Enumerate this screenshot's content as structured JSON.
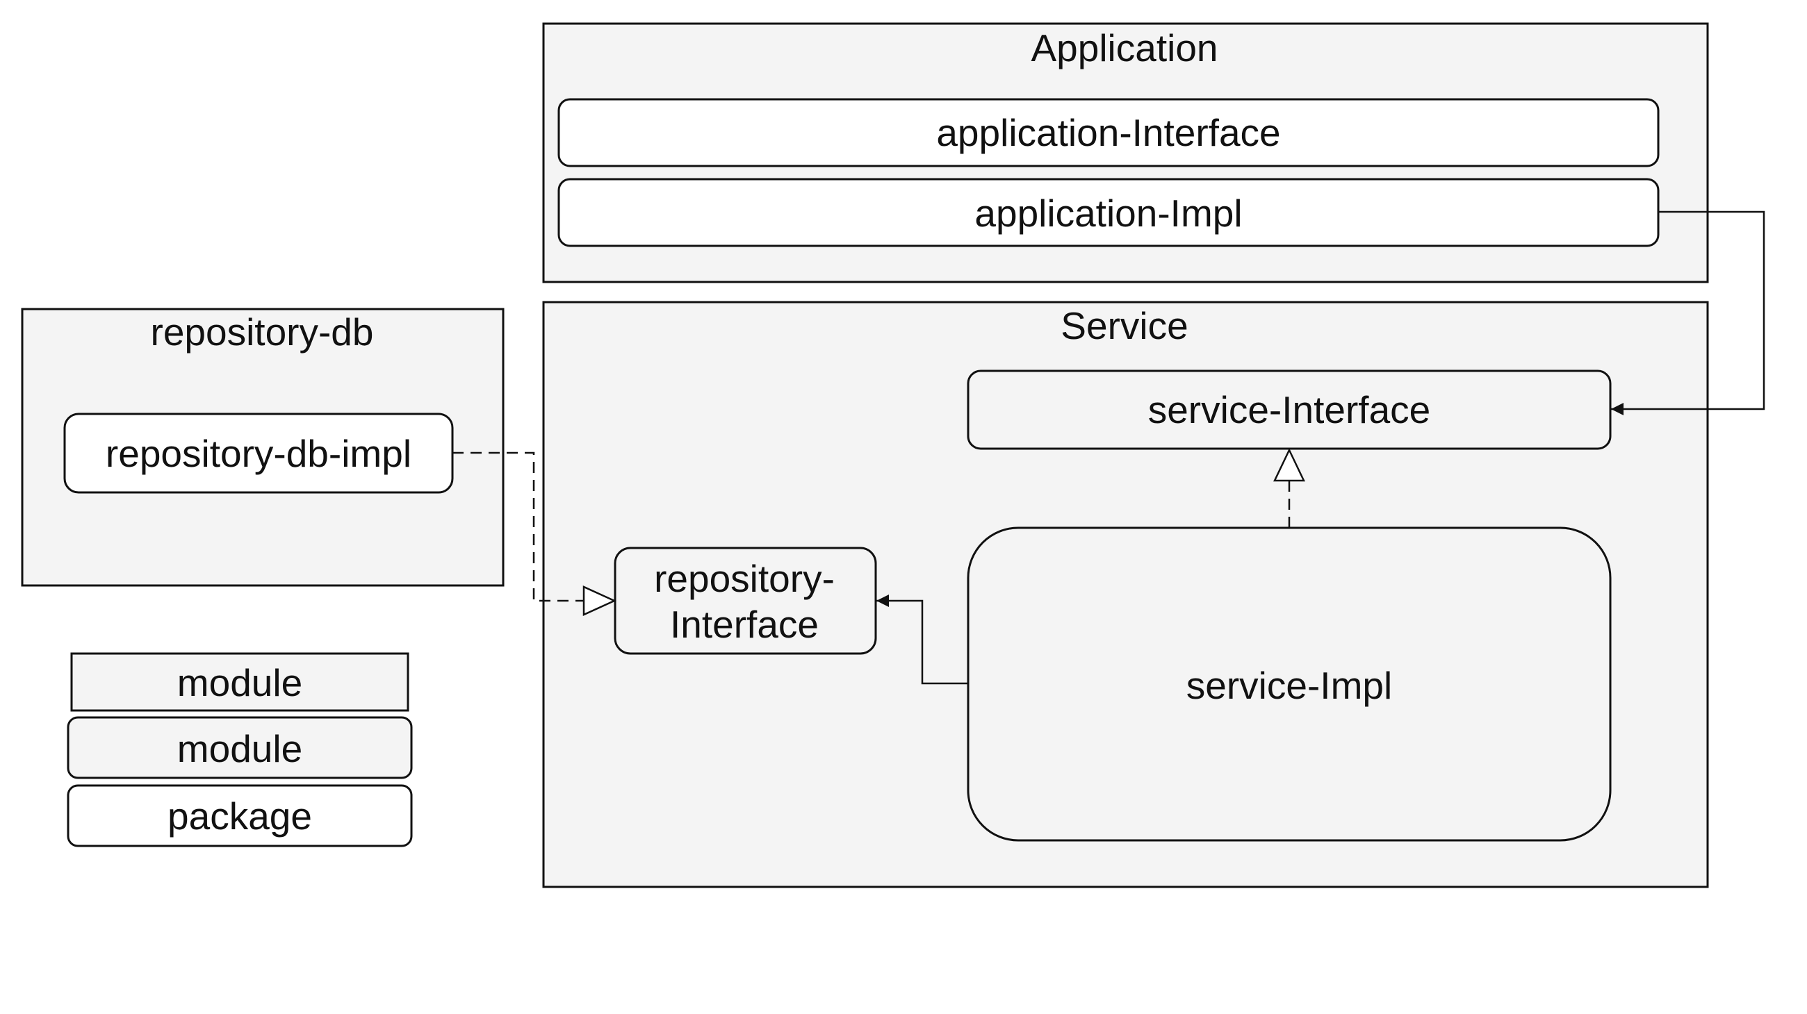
{
  "diagram": {
    "application": {
      "title": "Application",
      "interface": "application-Interface",
      "impl": "application-Impl"
    },
    "service": {
      "title": "Service",
      "interface": "service-Interface",
      "impl": "service-Impl",
      "repository_interface_line1": "repository-",
      "repository_interface_line2": "Interface"
    },
    "repository_db": {
      "title": "repository-db",
      "impl": "repository-db-impl"
    },
    "legend": {
      "items": [
        "module",
        "module",
        "package"
      ]
    }
  }
}
